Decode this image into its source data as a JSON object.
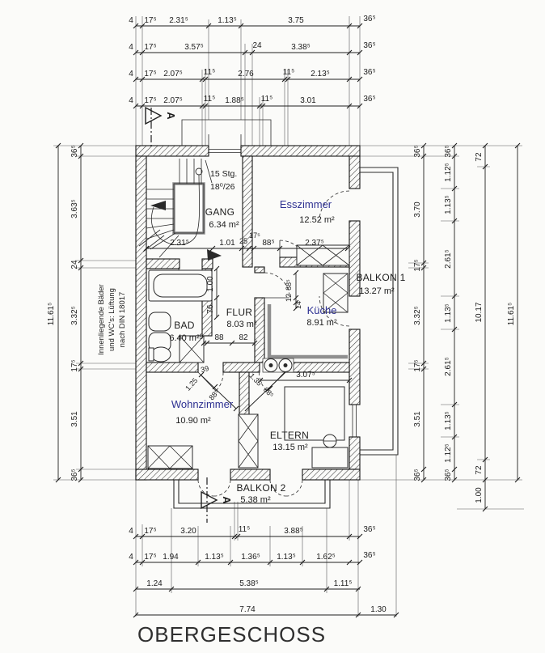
{
  "title": "OBERGESCHOSS",
  "section_marker": "A",
  "note_left": {
    "line1": "Innenliegende Bäder",
    "line2": "und WC's: Lüftung",
    "line3": "nach DIN 18017"
  },
  "stairs": {
    "label1": "15 Stg.",
    "label2": "18⁰/26"
  },
  "rooms": {
    "gang": {
      "name": "GANG",
      "area": "6.34 m²"
    },
    "esszimmer": {
      "name": "Esszimmer",
      "area": "12.52 m²"
    },
    "balkon1": {
      "name": "BALKON 1",
      "area": "13.27 m²"
    },
    "bad": {
      "name": "BAD",
      "area": "6.40 m²"
    },
    "flur": {
      "name": "FLUR",
      "area": "8.03 m²"
    },
    "kueche": {
      "name": "Küche",
      "area": "8.91 m²"
    },
    "wohnzimmer": {
      "name": "Wohnzimmer",
      "area": "10.90 m²"
    },
    "eltern": {
      "name": "ELTERN",
      "area": "13.15 m²"
    },
    "balkon2": {
      "name": "BALKON 2",
      "area": "5.38 m²"
    }
  },
  "dims": {
    "top1": [
      "4",
      "17⁵",
      "2.31⁵",
      "1.13⁵",
      "3.75",
      "36⁵"
    ],
    "top2": [
      "4",
      "17⁵",
      "3.57⁵",
      "24",
      "3.38⁵",
      "36⁵"
    ],
    "top3": [
      "4",
      "17⁵",
      "2.07⁵",
      "11⁵",
      "2.76",
      "11⁵",
      "2.13⁵",
      "36⁵"
    ],
    "top4": [
      "4",
      "17⁵",
      "2.07⁵",
      "11⁵",
      "1.88⁵",
      "11⁵",
      "3.01",
      "36⁵"
    ],
    "left_outer": "11.61⁵",
    "left_inner": [
      "36⁵",
      "3.63⁵",
      "24",
      "3.32⁵",
      "17⁵",
      "3.51",
      "36⁵"
    ],
    "right1": [
      "36⁵",
      "3.70",
      "17⁵",
      "3.32⁵",
      "17⁵",
      "3.51",
      "36⁵"
    ],
    "right2": [
      "36⁵",
      "1.12⁵",
      "1.13⁵",
      "2.61⁵",
      "1.13⁵",
      "2.61⁵",
      "1.13⁵",
      "1.12⁵",
      "36⁵"
    ],
    "right3": [
      "72",
      "10.17",
      "72",
      "1.00"
    ],
    "right4": "11.61⁵",
    "bottom1": [
      "4",
      "17⁵",
      "3.20",
      "11⁵",
      "3.88⁵",
      "36⁵"
    ],
    "bottom2": [
      "4",
      "17⁵",
      "1.94",
      "1.13⁵",
      "1.36⁵",
      "1.13⁵",
      "1.62⁵",
      "36⁵"
    ],
    "bottom3": [
      "1.24",
      "5.38⁵",
      "1.11⁵"
    ],
    "bottom4": [
      "7.74",
      "1.30"
    ],
    "mid": [
      "2.31⁵",
      "1.01",
      "25",
      "17⁵",
      "88⁵",
      "2.37⁵"
    ],
    "flur": [
      "9",
      "88",
      "82"
    ],
    "bad_v": [
      "1.00",
      "76"
    ],
    "kueche_v": [
      "88⁵",
      "12",
      "14"
    ],
    "eltern_w": "3.07⁵",
    "wz_door": [
      "39",
      "1.25",
      "88⁵"
    ],
    "el_door": [
      "88⁵",
      "1.35"
    ]
  }
}
